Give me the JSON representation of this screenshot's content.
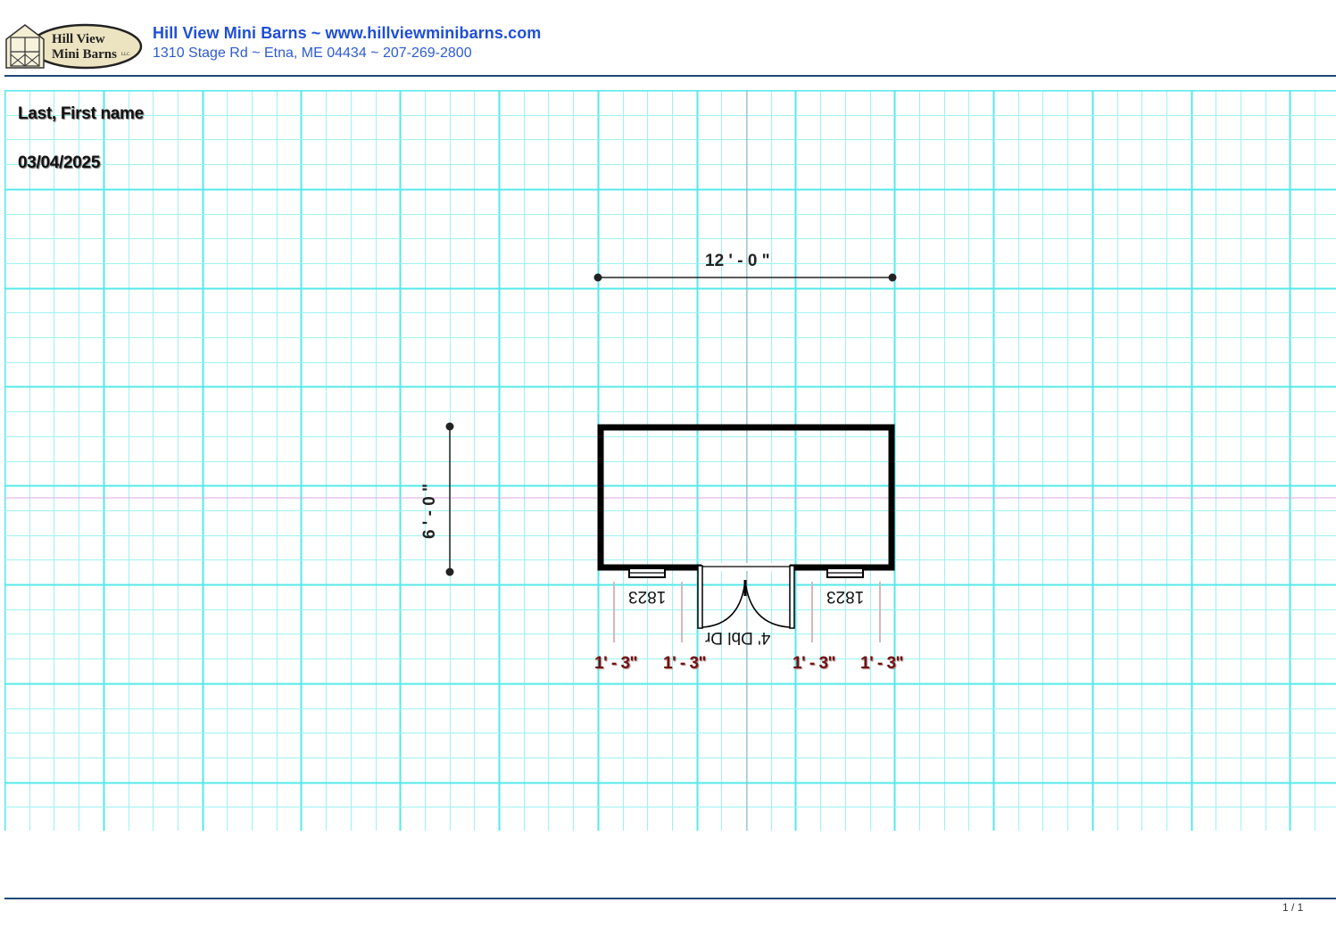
{
  "header": {
    "logo": {
      "line1": "Hill View",
      "line2": "Mini Barns",
      "suffix": "LLC"
    },
    "title": "Hill View Mini Barns ~ www.hillviewminibarns.com",
    "address": "1310 Stage Rd ~ Etna, ME 04434 ~ 207-269-2800"
  },
  "customer": {
    "name": "Last, First name",
    "date": "03/04/2025"
  },
  "colors": {
    "grid_minor": "#9ef2f2",
    "grid_major": "#55e8ea",
    "header_title": "#1f4fd6",
    "rule": "#1e4978",
    "dimension_label": "#6e1414",
    "guide_line": "#d4b8bc"
  },
  "drawing": {
    "width_dimension": "12 ' - 0 \"",
    "depth_dimension": "6 ' - 0 \"",
    "windows": [
      {
        "label": "1823"
      },
      {
        "label": "1823"
      }
    ],
    "door": {
      "label": "4' Dbl Dr"
    },
    "segments": [
      {
        "label": "1' - 3\""
      },
      {
        "label": "1' - 3\""
      },
      {
        "label": "1' - 3\""
      },
      {
        "label": "1' - 3\""
      }
    ]
  },
  "footer": {
    "page": "1 / 1"
  }
}
